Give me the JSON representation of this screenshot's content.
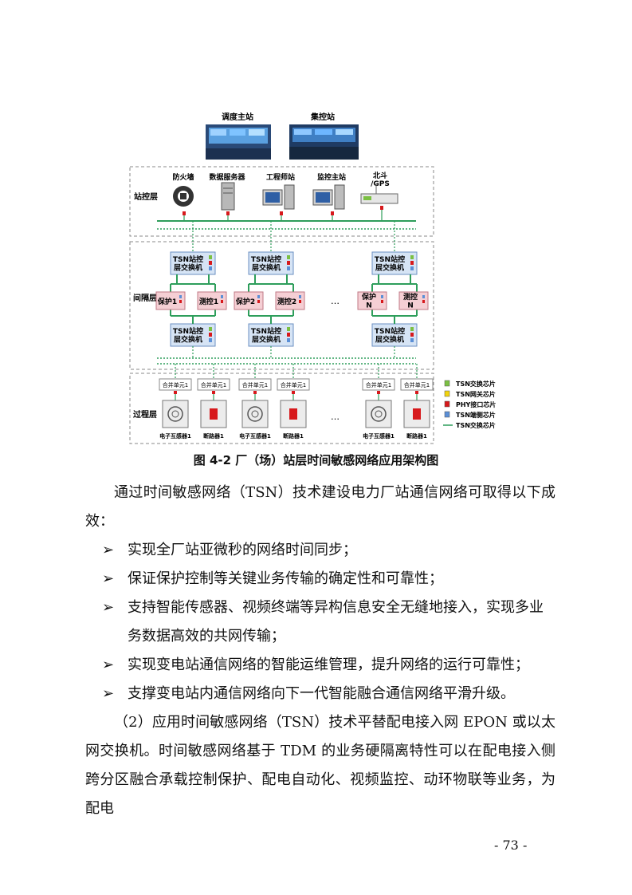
{
  "diagram": {
    "top": {
      "dispatch": "调度主站",
      "control": "集控站"
    },
    "layers": {
      "station": "站控层",
      "bay": "间隔层",
      "process": "过程层"
    },
    "station_devices": [
      "防火墙",
      "数据服务器",
      "工程师站",
      "监控主站",
      "北斗\n/GPS"
    ],
    "switch_label": "TSN站控\n层交换机",
    "bay_units": [
      "保护1",
      "测控1",
      "保护2",
      "测控2",
      "保护\nN",
      "测控\nN"
    ],
    "merge_unit": "合并单元1",
    "process_devices": [
      "电子互感器1",
      "断路器1",
      "电子互感器1",
      "断路器1",
      "电子互感器1",
      "断路器1"
    ],
    "ellipsis": "…",
    "legend": [
      {
        "label": "TSN交换芯片",
        "color": "#7bc043"
      },
      {
        "label": "TSN网关芯片",
        "color": "#f2d40c"
      },
      {
        "label": "PHY接口芯片",
        "color": "#d7191c"
      },
      {
        "label": "TSN端侧芯片",
        "color": "#5b8fd6"
      },
      {
        "label": "TSN交换芯片",
        "color": "#2e9e5b"
      }
    ]
  },
  "caption": "图 4-2 厂（场）站层时间敏感网络应用架构图",
  "para1": "通过时间敏感网络（TSN）技术建设电力厂站通信网络可取得以下成效：",
  "bullet_mark": "➢",
  "bullets": [
    "实现全厂站亚微秒的网络时间同步；",
    "保证保护控制等关键业务传输的确定性和可靠性；",
    "支持智能传感器、视频终端等异构信息安全无缝地接入，实现多业务数据高效的共网传输；",
    "实现变电站通信网络的智能运维管理，提升网络的运行可靠性；",
    "支撑变电站内通信网络向下一代智能融合通信网络平滑升级。"
  ],
  "para2": "（2）应用时间敏感网络（TSN）技术平替配电接入网 EPON 或以太网交换机。时间敏感网络基于 TDM 的业务硬隔离特性可以在配电接入侧跨分区融合承载控制保护、配电自动化、视频监控、动环物联等业务，为配电",
  "page_number": "- 73 -"
}
